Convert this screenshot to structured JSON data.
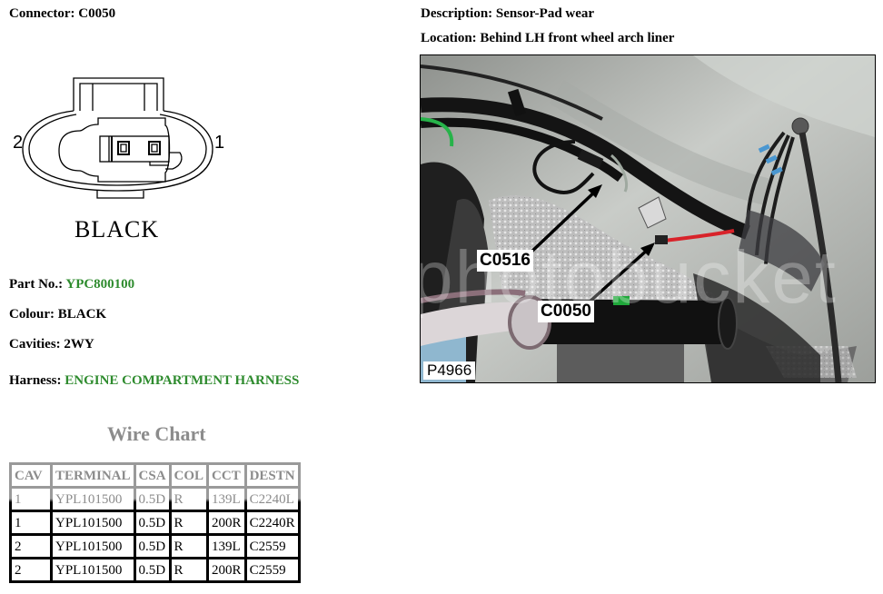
{
  "connector": {
    "label": "Connector:",
    "value": "C0050",
    "pin_left": "2",
    "pin_right": "1",
    "colour_caption": "BLACK"
  },
  "description": {
    "label": "Description:",
    "value": "Sensor-Pad wear"
  },
  "location": {
    "label": "Location:",
    "value": "Behind LH front wheel arch liner"
  },
  "part_no": {
    "label": "Part No.:",
    "value": "YPC800100"
  },
  "colour": {
    "label": "Colour:",
    "value": "BLACK"
  },
  "cavities": {
    "label": "Cavities:",
    "value": "2WY"
  },
  "harness": {
    "label": "Harness:",
    "value": "ENGINE COMPARTMENT HARNESS"
  },
  "colors": {
    "green_value": "#2e8b2e",
    "header_gray": "#8c8c8c",
    "wire_red": "#d8232a"
  },
  "wire_chart": {
    "title": "Wire Chart",
    "headers": [
      "CAV",
      "TERMINAL",
      "CSA",
      "COL",
      "CCT",
      "DESTN"
    ],
    "rows": [
      [
        "1",
        "YPL101500",
        "0.5D",
        "R",
        "139L",
        "C2240L"
      ],
      [
        "1",
        "YPL101500",
        "0.5D",
        "R",
        "200R",
        "C2240R"
      ],
      [
        "2",
        "YPL101500",
        "0.5D",
        "R",
        "139L",
        "C2559"
      ],
      [
        "2",
        "YPL101500",
        "0.5D",
        "R",
        "200R",
        "C2559"
      ]
    ]
  },
  "photo": {
    "callouts": [
      "C0516",
      "C0050"
    ],
    "figure_id": "P4966",
    "watermark": "photobucket"
  }
}
